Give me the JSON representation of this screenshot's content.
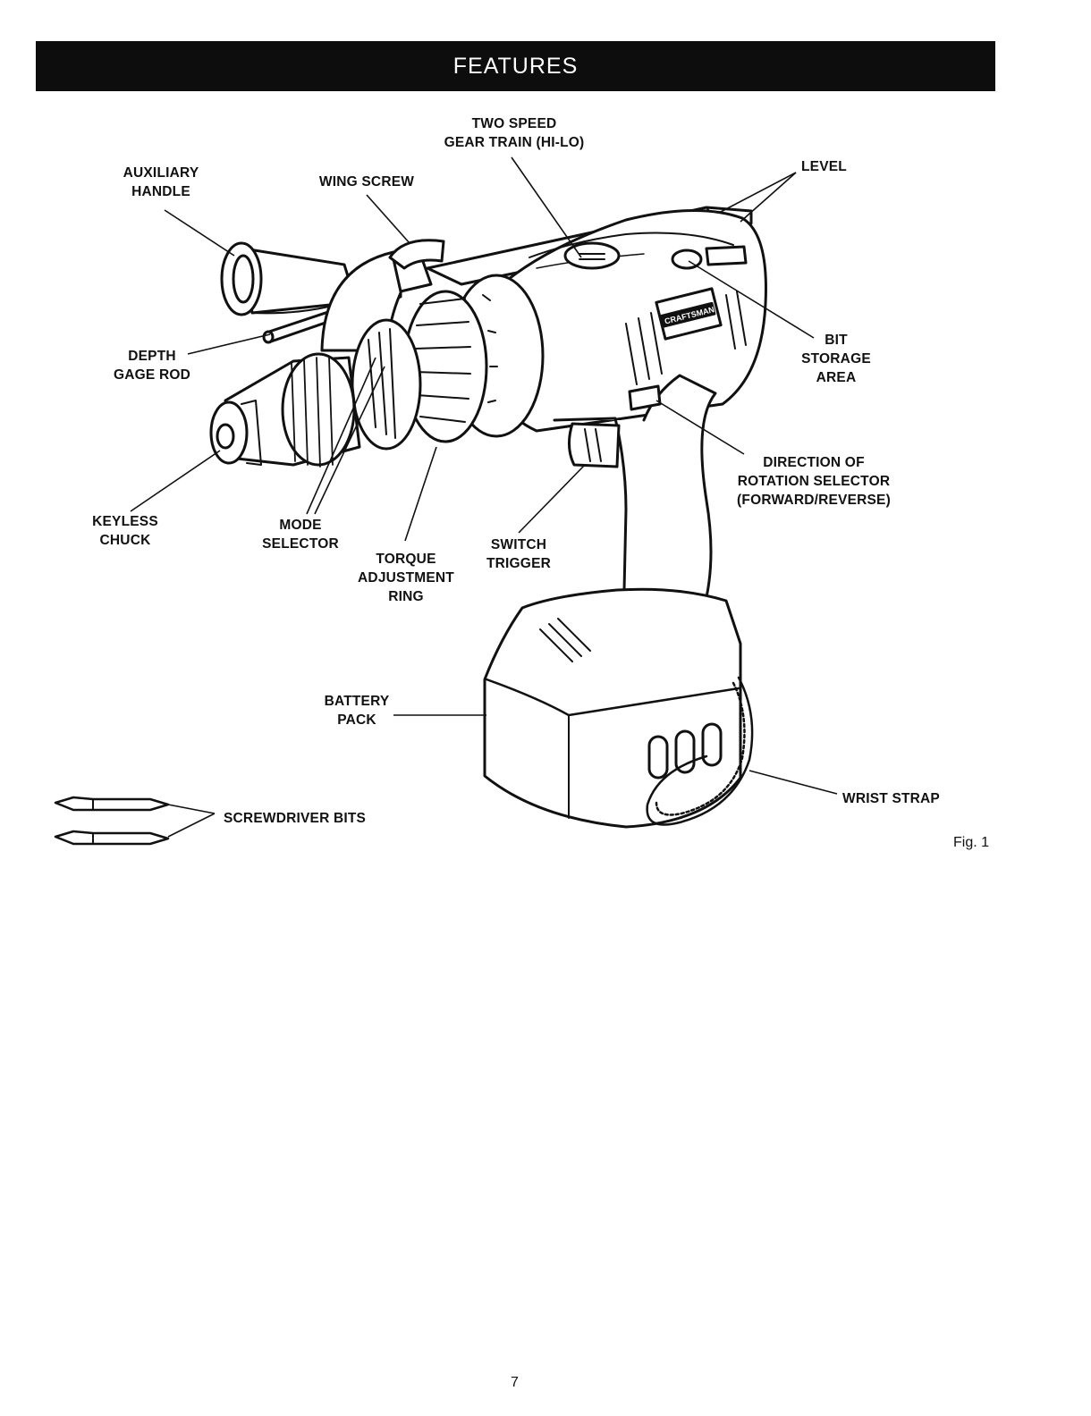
{
  "page": {
    "heading": "FEATURES",
    "figure_label": "Fig. 1",
    "page_number": "7"
  },
  "labels": {
    "two_speed": "TWO SPEED\nGEAR TRAIN (HI-LO)",
    "auxiliary_handle": "AUXILIARY\nHANDLE",
    "wing_screw": "WING SCREW",
    "level": "LEVEL",
    "depth_gage_rod": "DEPTH\nGAGE ROD",
    "bit_storage": "BIT\nSTORAGE\nAREA",
    "direction_selector": "DIRECTION OF\nROTATION SELECTOR\n(FORWARD/REVERSE)",
    "keyless_chuck": "KEYLESS\nCHUCK",
    "mode_selector": "MODE\nSELECTOR",
    "torque_ring": "TORQUE\nADJUSTMENT\nRING",
    "switch_trigger": "SWITCH\nTRIGGER",
    "battery_pack": "BATTERY\nPACK",
    "wrist_strap": "WRIST STRAP",
    "screwdriver_bits": "SCREWDRIVER BITS"
  },
  "drill": {
    "brand_text": "CRAFTSMAN"
  }
}
